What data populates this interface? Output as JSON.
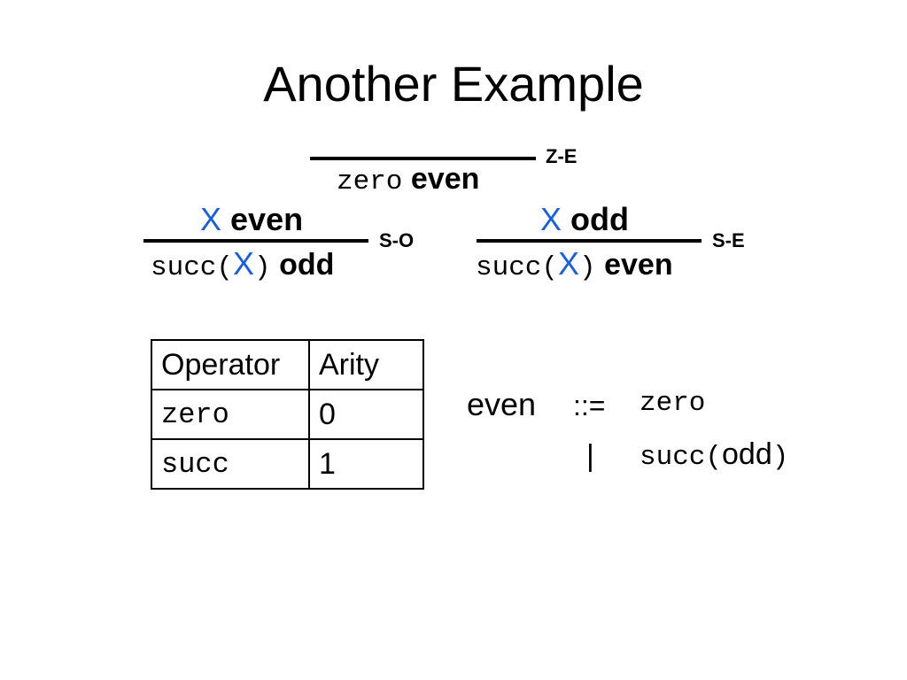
{
  "colors": {
    "accent": "#1a5fe0",
    "text": "#000000",
    "background": "#ffffff"
  },
  "title": "Another Example",
  "rules": {
    "ze": {
      "label": "Z-E",
      "conclusion_term": "zero",
      "conclusion_judgment": "even"
    },
    "so": {
      "label": "S-O",
      "premise_var": "X",
      "premise_judgment": "even",
      "conclusion_prefix": "succ(",
      "conclusion_var": "X",
      "conclusion_suffix": ")",
      "conclusion_judgment": "odd"
    },
    "se": {
      "label": "S-E",
      "premise_var": "X",
      "premise_judgment": "odd",
      "conclusion_prefix": "succ(",
      "conclusion_var": "X",
      "conclusion_suffix": ")",
      "conclusion_judgment": "even"
    }
  },
  "table": {
    "headers": [
      "Operator",
      "Arity"
    ],
    "rows": [
      {
        "operator": "zero",
        "arity": "0"
      },
      {
        "operator": "succ",
        "arity": "1"
      }
    ]
  },
  "grammar": {
    "nonterminal": "even",
    "defines": "::=",
    "alt1": "zero",
    "bar": "|",
    "alt2_prefix": "succ(",
    "alt2_arg": "odd",
    "alt2_suffix": ")"
  }
}
